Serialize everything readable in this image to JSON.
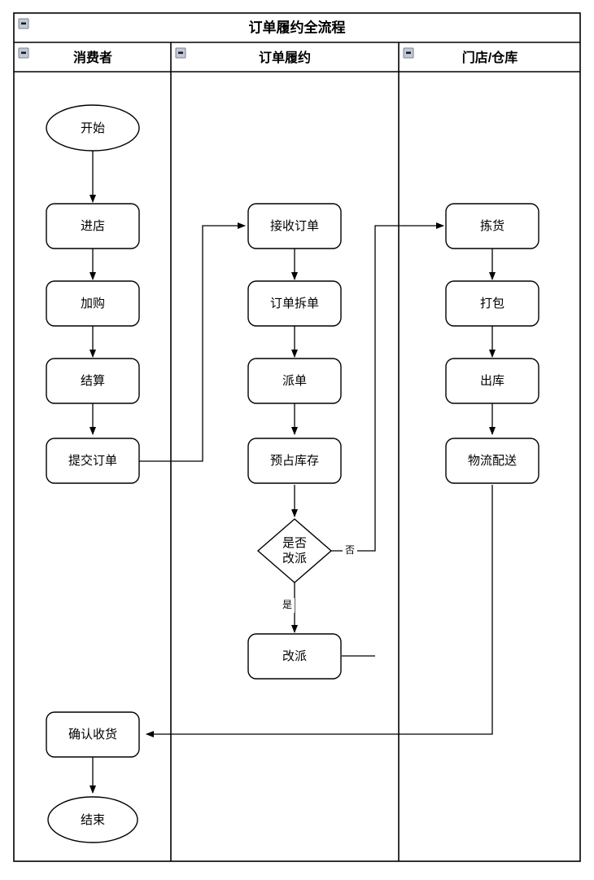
{
  "diagram": {
    "type": "swimlane-flowchart",
    "pool_title": "订单履约全流程",
    "collapse_icon_name": "collapse-minus-icon",
    "lanes": [
      {
        "id": "consumer",
        "title": "消费者"
      },
      {
        "id": "fulfillment",
        "title": "订单履约"
      },
      {
        "id": "store",
        "title": "门店/仓库"
      }
    ],
    "nodes": [
      {
        "id": "start",
        "lane": "consumer",
        "shape": "ellipse",
        "label": "开始"
      },
      {
        "id": "enter_store",
        "lane": "consumer",
        "shape": "process",
        "label": "进店"
      },
      {
        "id": "add_cart",
        "lane": "consumer",
        "shape": "process",
        "label": "加购"
      },
      {
        "id": "checkout",
        "lane": "consumer",
        "shape": "process",
        "label": "结算"
      },
      {
        "id": "submit",
        "lane": "consumer",
        "shape": "process",
        "label": "提交订单"
      },
      {
        "id": "confirm",
        "lane": "consumer",
        "shape": "process",
        "label": "确认收货"
      },
      {
        "id": "end",
        "lane": "consumer",
        "shape": "ellipse",
        "label": "结束"
      },
      {
        "id": "receive",
        "lane": "fulfillment",
        "shape": "process",
        "label": "接收订单"
      },
      {
        "id": "split",
        "lane": "fulfillment",
        "shape": "process",
        "label": "订单拆单"
      },
      {
        "id": "dispatch",
        "lane": "fulfillment",
        "shape": "process",
        "label": "派单"
      },
      {
        "id": "reserve",
        "lane": "fulfillment",
        "shape": "process",
        "label": "预占库存"
      },
      {
        "id": "redispatch_q",
        "lane": "fulfillment",
        "shape": "decision",
        "label": "是否改派",
        "label_line1": "是否",
        "label_line2": "改派"
      },
      {
        "id": "redispatch",
        "lane": "fulfillment",
        "shape": "process",
        "label": "改派"
      },
      {
        "id": "pick",
        "lane": "store",
        "shape": "process",
        "label": "拣货"
      },
      {
        "id": "pack",
        "lane": "store",
        "shape": "process",
        "label": "打包"
      },
      {
        "id": "outbound",
        "lane": "store",
        "shape": "process",
        "label": "出库"
      },
      {
        "id": "delivery",
        "lane": "store",
        "shape": "process",
        "label": "物流配送"
      }
    ],
    "edges": [
      {
        "from": "start",
        "to": "enter_store",
        "label": ""
      },
      {
        "from": "enter_store",
        "to": "add_cart",
        "label": ""
      },
      {
        "from": "add_cart",
        "to": "checkout",
        "label": ""
      },
      {
        "from": "checkout",
        "to": "submit",
        "label": ""
      },
      {
        "from": "submit",
        "to": "receive",
        "label": ""
      },
      {
        "from": "receive",
        "to": "split",
        "label": ""
      },
      {
        "from": "split",
        "to": "dispatch",
        "label": ""
      },
      {
        "from": "dispatch",
        "to": "reserve",
        "label": ""
      },
      {
        "from": "reserve",
        "to": "redispatch_q",
        "label": ""
      },
      {
        "from": "redispatch_q",
        "to": "redispatch",
        "label": "是"
      },
      {
        "from": "redispatch_q",
        "to": "pick",
        "label": "否"
      },
      {
        "from": "redispatch",
        "to": "pick",
        "label": ""
      },
      {
        "from": "pick",
        "to": "pack",
        "label": ""
      },
      {
        "from": "pack",
        "to": "outbound",
        "label": ""
      },
      {
        "from": "outbound",
        "to": "delivery",
        "label": ""
      },
      {
        "from": "delivery",
        "to": "confirm",
        "label": ""
      },
      {
        "from": "confirm",
        "to": "end",
        "label": ""
      }
    ],
    "edge_labels": {
      "yes": "是",
      "no": "否"
    },
    "colors": {
      "shape_fill": "#ffffff",
      "stroke": "#000000",
      "collapse_icon_fill": "#c3c9d6",
      "collapse_icon_border": "#7b8193",
      "background": "#ffffff"
    }
  }
}
